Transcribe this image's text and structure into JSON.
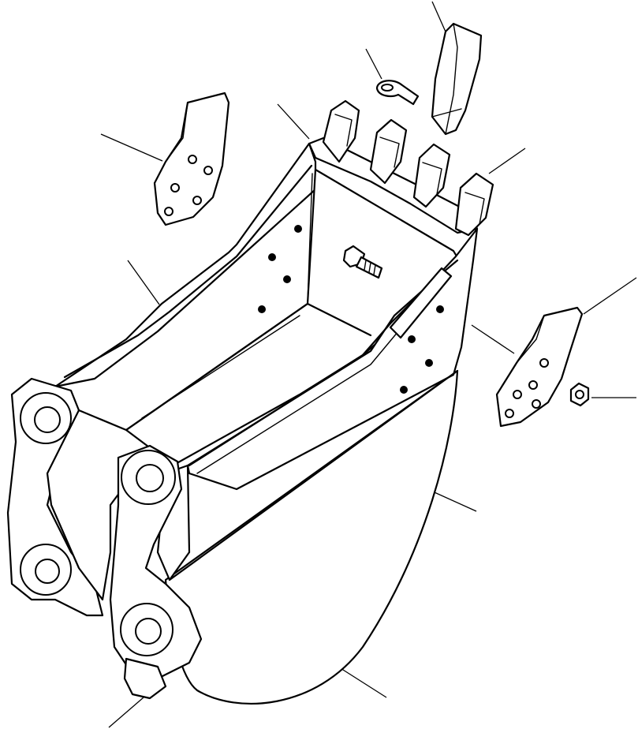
{
  "diagram": {
    "colors": {
      "line": "#000000",
      "background": "#ffffff"
    },
    "parts": [
      {
        "id": "bucket-body"
      },
      {
        "id": "tooth-adapter"
      },
      {
        "id": "tooth-point"
      },
      {
        "id": "lock-pin"
      },
      {
        "id": "side-cutter-left"
      },
      {
        "id": "side-cutter-right"
      },
      {
        "id": "bolt"
      },
      {
        "id": "nut"
      }
    ],
    "leader_count": 12
  }
}
